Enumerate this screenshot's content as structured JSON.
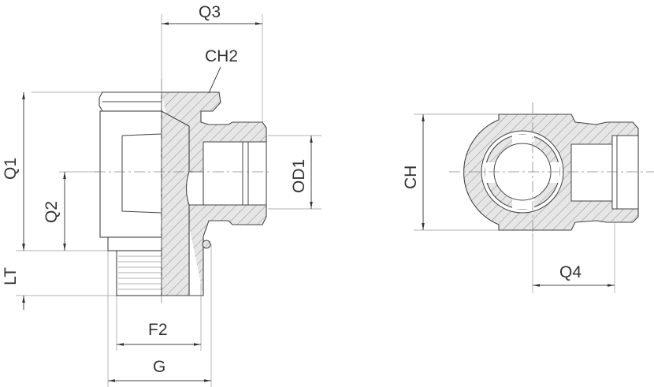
{
  "drawing": {
    "side_view_labels": {
      "q3": "Q3",
      "ch2": "CH2",
      "q1": "Q1",
      "q2": "Q2",
      "od1": "OD1",
      "lt": "LT",
      "f2": "F2",
      "g": "G"
    },
    "front_view_labels": {
      "ch": "CH",
      "q4": "Q4"
    },
    "colors": {
      "line": "#444444",
      "hatch_fill": "#e6e6e6",
      "text": "#333333"
    }
  }
}
